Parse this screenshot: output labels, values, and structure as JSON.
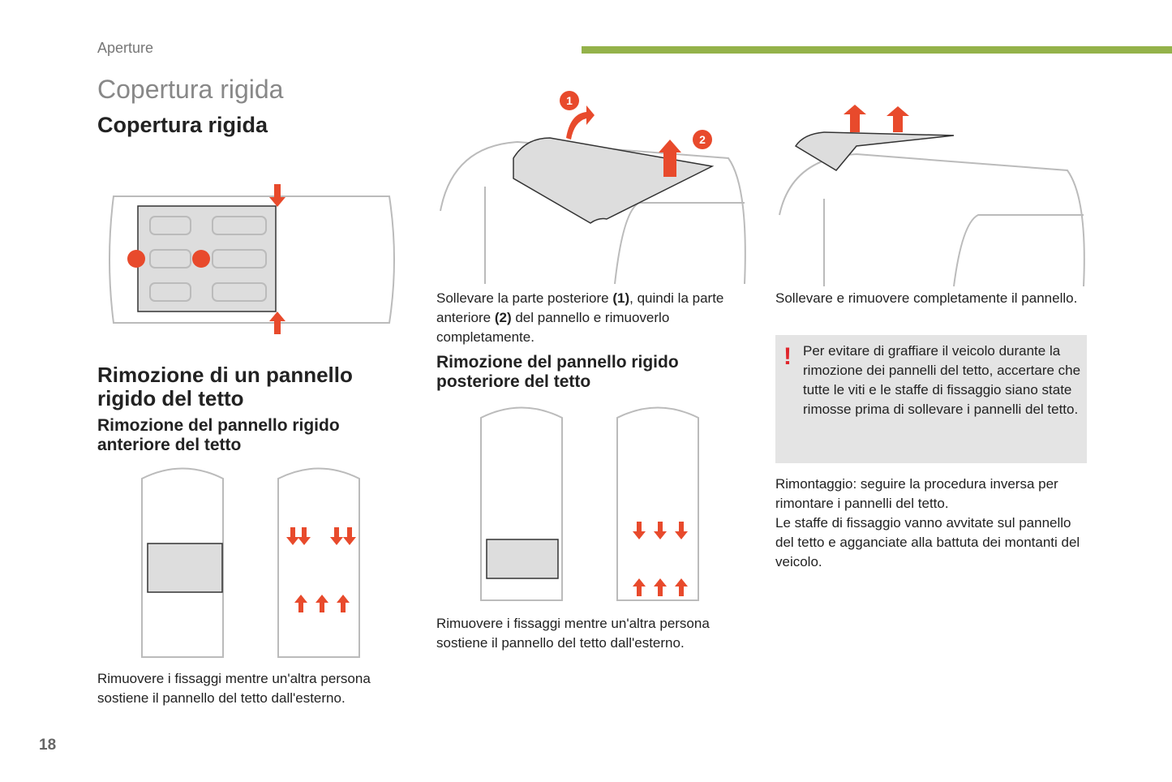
{
  "header": {
    "section": "Aperture",
    "accent_color": "#94b24a"
  },
  "title": {
    "main": "Copertura rigida",
    "sub": "Copertura rigida"
  },
  "col1": {
    "heading": "Rimozione di un pannello rigido del tetto",
    "subheading": "Rimozione del pannello rigido anteriore del tetto",
    "caption": "Rimuovere i fissaggi mentre un'altra persona sostiene il pannello del tetto dall'esterno."
  },
  "col2": {
    "caption_pre": "Sollevare la parte posteriore ",
    "b1": "(1)",
    "caption_mid": ", quindi la parte anteriore ",
    "b2": "(2)",
    "caption_post": " del pannello e rimuoverlo completamente.",
    "badge1": "1",
    "badge2": "2",
    "heading": "Rimozione del pannello rigido posteriore del tetto",
    "caption2": "Rimuovere i fissaggi mentre un'altra persona sostiene il pannello del tetto dall'esterno."
  },
  "col3": {
    "caption": "Sollevare e rimuovere completamente il pannello.",
    "warning": "Per evitare di graffiare il veicolo durante la rimozione dei pannelli del tetto, accertare che tutte le viti e le staffe di fissaggio siano state rimosse prima di sollevare i pannelli del tetto.",
    "warning_icon": "!",
    "reassembly": "Rimontaggio: seguire la procedura inversa per rimontare i pannelli del tetto.",
    "brackets": "Le staffe di fissaggio vanno avvitate sul pannello del tetto e agganciate alla battuta dei montanti del veicolo."
  },
  "footer": {
    "page_number": "18"
  }
}
